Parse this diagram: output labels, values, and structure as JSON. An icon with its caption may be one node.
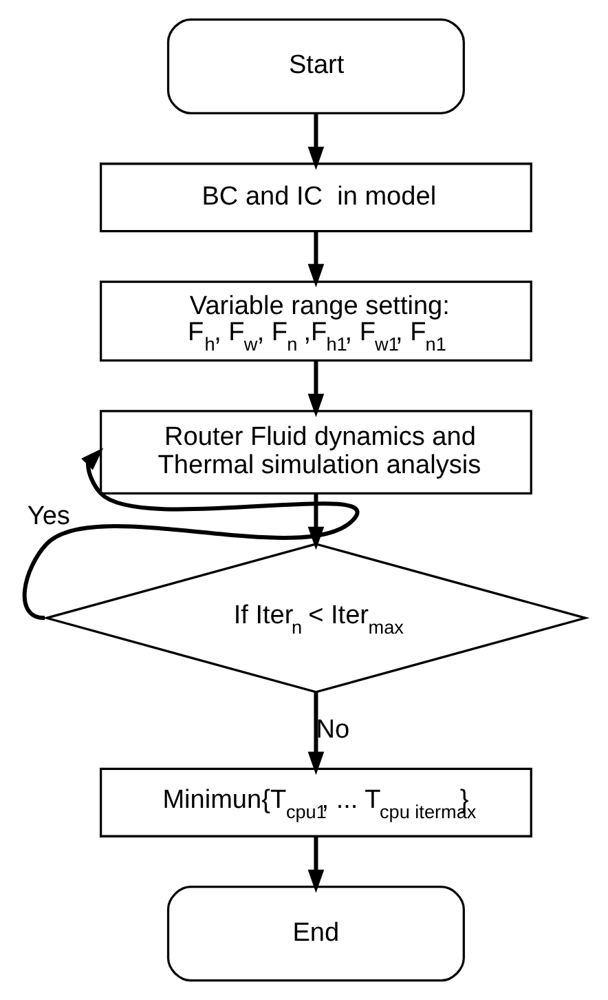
{
  "diagram": {
    "nodes": [
      {
        "text": [
          "Start"
        ]
      },
      {
        "text": [
          "BC and IC  in model"
        ]
      },
      {
        "text": [
          "Variable range setting: F$_{h}$, F$_{w}$, F$_{n}$ ,F$_{h1}$, F$_{w1}$, F$_{n1}$"
        ]
      },
      {
        "text": [
          "Router Fluid dynamics and Thermal simulation analysis"
        ]
      },
      {
        "text": [
          "If Iter$_{n}$ < Iter$_{max}$"
        ]
      },
      {
        "text": [
          "Minimun{T$_{cpu1}$, ... T$_{cpu itermax}$}"
        ]
      },
      {
        "text": [
          "End"
        ]
      }
    ],
    "edges": [
      {
        "from": 0,
        "to": 1,
        "arrow": "to"
      },
      {
        "from": 1,
        "to": 2,
        "arrow": "to"
      },
      {
        "from": 2,
        "to": 3,
        "arrow": "to"
      },
      {
        "from": 3,
        "to": 4,
        "arrow": "to"
      },
      {
        "from": 4,
        "to": 3,
        "arrow": "to",
        "label": "Yes"
      },
      {
        "from": 4,
        "to": 5,
        "arrow": "to",
        "label": "No"
      },
      {
        "from": 5,
        "to": 6,
        "arrow": "to"
      }
    ]
  }
}
